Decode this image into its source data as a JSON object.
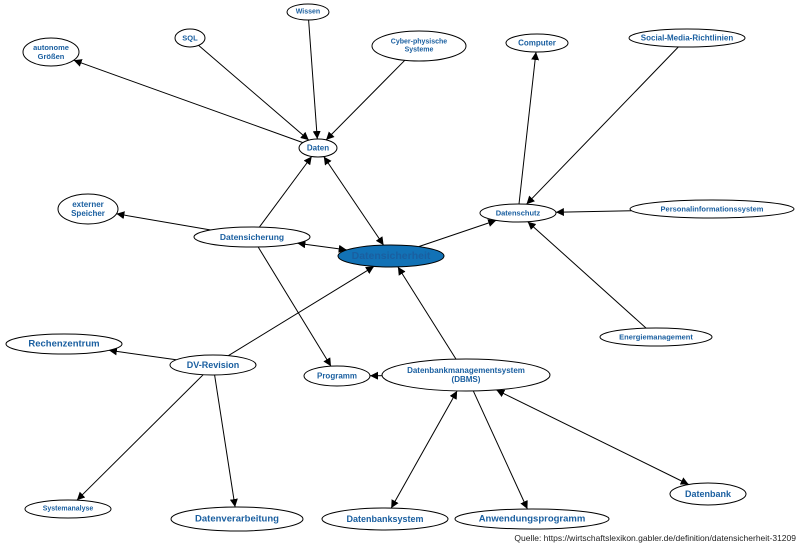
{
  "diagram": {
    "nodes": [
      {
        "id": "datensicherheit",
        "label": [
          "Datensicherheit"
        ],
        "primary": true
      },
      {
        "id": "daten",
        "label": [
          "Daten"
        ]
      },
      {
        "id": "wissen",
        "label": [
          "Wissen"
        ]
      },
      {
        "id": "sql",
        "label": [
          "SQL"
        ]
      },
      {
        "id": "autonome",
        "label": [
          "autonome",
          "Größen"
        ]
      },
      {
        "id": "cyber",
        "label": [
          "Cyber-physische",
          "Systeme"
        ]
      },
      {
        "id": "computer",
        "label": [
          "Computer"
        ]
      },
      {
        "id": "social",
        "label": [
          "Social-Media-Richtlinien"
        ]
      },
      {
        "id": "datenschutz",
        "label": [
          "Datenschutz"
        ]
      },
      {
        "id": "personal",
        "label": [
          "Personalinformationssystem"
        ]
      },
      {
        "id": "externer",
        "label": [
          "externer",
          "Speicher"
        ]
      },
      {
        "id": "datensicherung",
        "label": [
          "Datensicherung"
        ]
      },
      {
        "id": "energie",
        "label": [
          "Energiemanagement"
        ]
      },
      {
        "id": "rechenzentrum",
        "label": [
          "Rechenzentrum"
        ]
      },
      {
        "id": "dvrevision",
        "label": [
          "DV-Revision"
        ]
      },
      {
        "id": "programm",
        "label": [
          "Programm"
        ]
      },
      {
        "id": "dbms",
        "label": [
          "Datenbankmanagementsystem",
          "(DBMS)"
        ]
      },
      {
        "id": "systemanalyse",
        "label": [
          "Systemanalyse"
        ]
      },
      {
        "id": "datenverarbeitung",
        "label": [
          "Datenverarbeitung"
        ]
      },
      {
        "id": "datenbanksystem",
        "label": [
          "Datenbanksystem"
        ]
      },
      {
        "id": "anwendungsprogramm",
        "label": [
          "Anwendungsprogramm"
        ]
      },
      {
        "id": "datenbank",
        "label": [
          "Datenbank"
        ]
      }
    ],
    "edges": [
      {
        "from": "wissen",
        "to": "daten",
        "dir": "forward"
      },
      {
        "from": "sql",
        "to": "daten",
        "dir": "forward"
      },
      {
        "from": "daten",
        "to": "autonome",
        "dir": "forward"
      },
      {
        "from": "cyber",
        "to": "daten",
        "dir": "forward"
      },
      {
        "from": "datensicherung",
        "to": "daten",
        "dir": "forward"
      },
      {
        "from": "daten",
        "to": "datensicherheit",
        "dir": "both"
      },
      {
        "from": "datensicherung",
        "to": "externer",
        "dir": "forward"
      },
      {
        "from": "datensicherung",
        "to": "datensicherheit",
        "dir": "both"
      },
      {
        "from": "datensicherung",
        "to": "programm",
        "dir": "forward"
      },
      {
        "from": "datenschutz",
        "to": "computer",
        "dir": "forward"
      },
      {
        "from": "social",
        "to": "datenschutz",
        "dir": "forward"
      },
      {
        "from": "personal",
        "to": "datenschutz",
        "dir": "forward"
      },
      {
        "from": "energie",
        "to": "datenschutz",
        "dir": "forward"
      },
      {
        "from": "datensicherheit",
        "to": "datenschutz",
        "dir": "forward"
      },
      {
        "from": "dvrevision",
        "to": "datensicherheit",
        "dir": "forward"
      },
      {
        "from": "dvrevision",
        "to": "rechenzentrum",
        "dir": "forward"
      },
      {
        "from": "dvrevision",
        "to": "systemanalyse",
        "dir": "forward"
      },
      {
        "from": "dvrevision",
        "to": "datenverarbeitung",
        "dir": "forward"
      },
      {
        "from": "dbms",
        "to": "datensicherheit",
        "dir": "forward"
      },
      {
        "from": "dbms",
        "to": "programm",
        "dir": "forward"
      },
      {
        "from": "dbms",
        "to": "datenbanksystem",
        "dir": "both"
      },
      {
        "from": "dbms",
        "to": "anwendungsprogramm",
        "dir": "forward"
      },
      {
        "from": "dbms",
        "to": "datenbank",
        "dir": "both"
      }
    ]
  },
  "source_caption": "Quelle: https://wirtschaftslexikon.gabler.de/definition/datensicherheit-31209",
  "colors": {
    "node_border": "#000000",
    "node_text": "#1a5fa0",
    "primary_fill": "#1272b6",
    "primary_text": "#ffffff",
    "edge": "#000000"
  }
}
